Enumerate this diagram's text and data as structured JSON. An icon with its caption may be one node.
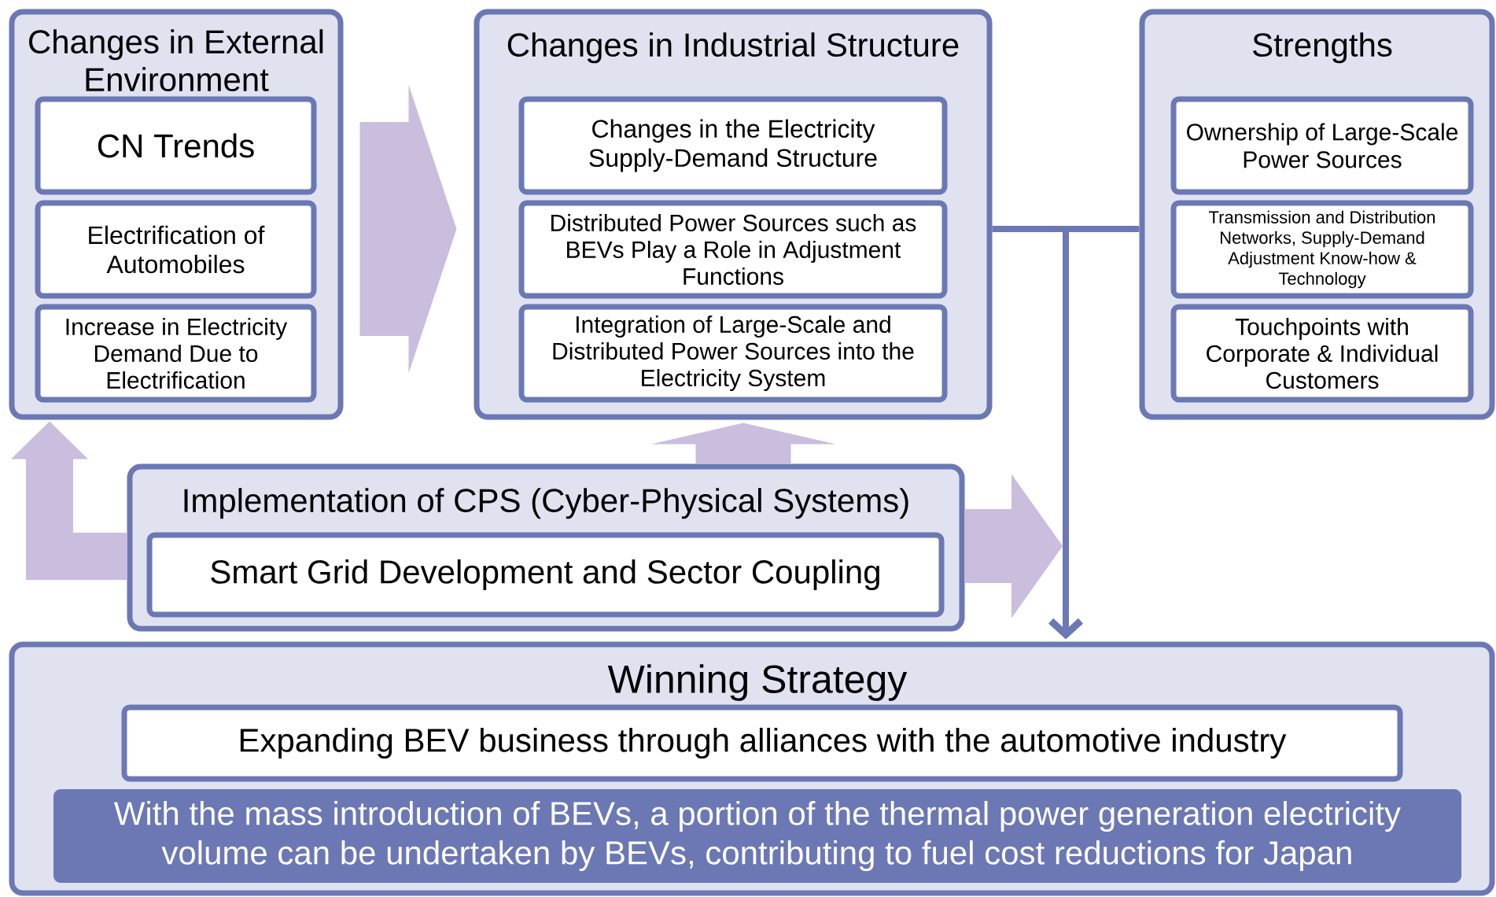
{
  "diagram": {
    "nodes": [
      {
        "text": [
          "Changes in External Environment"
        ]
      },
      {
        "text": [
          "CN Trends"
        ],
        "in": 0
      },
      {
        "text": [
          "Electrification of Automobiles"
        ],
        "in": 0
      },
      {
        "text": [
          "Increase in Electricity Demand Due to Electrification"
        ],
        "in": 0
      },
      {
        "text": [
          "Changes in Industrial Structure"
        ]
      },
      {
        "text": [
          "Changes in the Electricity Supply-Demand Structure"
        ],
        "in": 4
      },
      {
        "text": [
          "Distributed Power Sources such as BEVs Play a Role in Adjustment Functions"
        ],
        "in": 4
      },
      {
        "text": [
          "Integration of Large-Scale and Distributed Power Sources into the Electricity System"
        ],
        "in": 4
      },
      {
        "text": [
          "Strengths"
        ]
      },
      {
        "text": [
          "Ownership of Large-Scale Power Sources"
        ],
        "in": 8
      },
      {
        "text": [
          "Transmission and Distribution Networks, Supply-Demand Adjustment Know-how & Technology"
        ],
        "in": 8
      },
      {
        "text": [
          "Touchpoints with Corporate & Individual Customers"
        ],
        "in": 8
      },
      {
        "text": [
          "Implementation of CPS (Cyber-Physical Systems)"
        ]
      },
      {
        "text": [
          "Smart Grid Development and Sector Coupling"
        ],
        "in": 12
      },
      {
        "text": [
          "Winning Strategy"
        ]
      },
      {
        "text": [
          "Expanding BEV business through alliances with the automotive industry"
        ],
        "in": 14
      },
      {
        "text": [
          "With the mass introduction of BEVs, a portion of the thermal power generation electricity volume can be undertaken by BEVs, contributing to fuel cost reductions for Japan"
        ],
        "in": 14
      }
    ],
    "edges": [
      {
        "from": 0,
        "to": 4,
        "arrow": "to",
        "style": "thick"
      },
      {
        "from": 4,
        "to": 14,
        "arrow": "to",
        "color": "#6b78b4"
      },
      {
        "from": 8,
        "to": 14,
        "arrow": "to",
        "color": "#6b78b4"
      },
      {
        "from": 12,
        "to": 0,
        "arrow": "to",
        "style": "thick"
      },
      {
        "from": 12,
        "to": 4,
        "arrow": "to",
        "style": "thick"
      },
      {
        "from": 12,
        "to": null,
        "arrow": "to",
        "style": "thick"
      }
    ]
  }
}
